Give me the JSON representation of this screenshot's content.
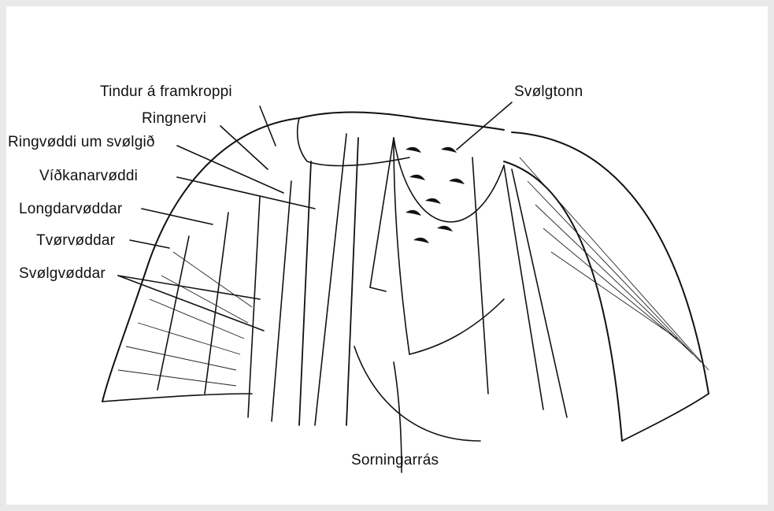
{
  "labels": {
    "tindur": "Tindur á framkroppi",
    "ringnervi": "Ringnervi",
    "ringvoddi": "Ringvøddi um svølgið",
    "vidkanarvoddi": "Víðkanarvøddi",
    "longdarvoddar": "Longdarvøddar",
    "tvorvoddar": "Tvørvøddar",
    "svolgvoddar": "Svølgvøddar",
    "svolgtonn": "Svølgtonn",
    "sorningarras": "Sorningarrás"
  }
}
